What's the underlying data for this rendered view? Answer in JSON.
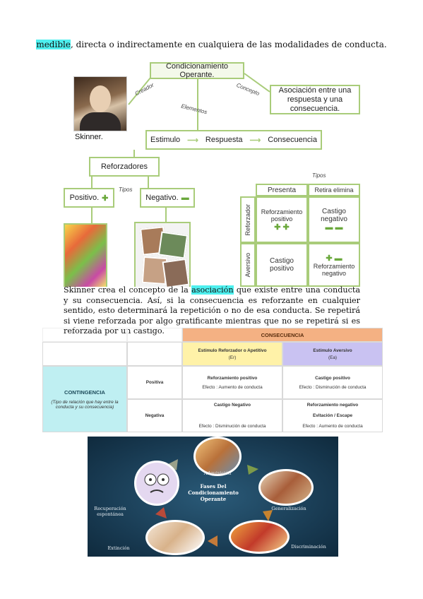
{
  "intro": {
    "highlight": "medible",
    "rest": ", directa o indirectamente en cualquiera de las modalidades de conducta."
  },
  "diagram": {
    "title_box": "Condicionamiento Operante.",
    "creator_label": "Creador",
    "concept_label": "Concepto",
    "elements_label": "Elementos",
    "concept_box": "Asociación entre una respuesta y una consecuencia.",
    "person_name": "Skinner.",
    "stimulus": "Estimulo",
    "response": "Respuesta",
    "consequence": "Consecuencia",
    "arrow_glyph": "⟶",
    "reinforcers": "Reforzadores",
    "tipos_left": "Tipos",
    "tipos_right": "Tipos",
    "positive": "Positivo.",
    "positive_sign": "✚",
    "negative": "Negativo.",
    "negative_sign": "▬",
    "table": {
      "col_present": "Presenta",
      "col_remove": "Retira elimina",
      "row_reinforcer": "Reforzador",
      "row_aversive": "Aversivo",
      "c11": "Reforzamiento positivo",
      "c11_signs": "✚ ✚",
      "c12": "Castigo negativo",
      "c12_signs": "▬ ▬",
      "c21": "Castigo positivo",
      "c22": "Reforzamiento negativo",
      "c22_signs": "✚ ▬"
    }
  },
  "paragraph": {
    "p1": "Skinner crea el concepto de la ",
    "highlight": "asociación",
    "p2": " que existe entre una conducta y su consecuencia. Así, si la consecuencia es reforzante en cualquier sentido, esto determinará la repetición o no de esa conducta. Se repetirá si viene reforzada por algo gratificante mientras que no se repetirá si es reforzada por un castigo."
  },
  "ctable": {
    "header": "CONSECUENCIA",
    "col1_title": "Estímulo Reforzador o Apetitivo",
    "col1_code": "(Er)",
    "col2_title": "Estímulo Aversivo",
    "col2_code": "(Ea)",
    "contingency": "CONTINGENCIA",
    "contingency_note": "(Tipo de relación que hay entre la conducta y su consecuencia)",
    "row1": "Positiva",
    "row2": "Negativa",
    "r1c1_title": "Reforzamiento positivo",
    "r1c1_effect": "Efecto : Aumento de conducta",
    "r1c2_title": "Castigo positivo",
    "r1c2_effect": "Efecto : Disminución de conducta",
    "r2c1_title": "Castigo Negativo",
    "r2c1_effect": "Efecto : Disminución de conducta",
    "r2c2_title": "Reforzamiento negativo",
    "r2c2_sub": "Evitación / Escape",
    "r2c2_effect": "Efecto : Aumento de conducta"
  },
  "cycle": {
    "center": "Fases Del Condicionamiento Operante",
    "acquisition": "Adquisición",
    "generalization": "Generalización",
    "discrimination": "Discriminación",
    "extinction": "Extinción",
    "recovery": "Recuperación espontánea"
  },
  "colors": {
    "highlight": "#4ef0ef",
    "diagram_green": "#a9cc7a",
    "header_orange": "#f4b183",
    "col_yellow": "#fff2a8",
    "col_lavender": "#c9c2f2",
    "contingency_cyan": "#bfeff2",
    "cycle_bg": "#17384f"
  }
}
